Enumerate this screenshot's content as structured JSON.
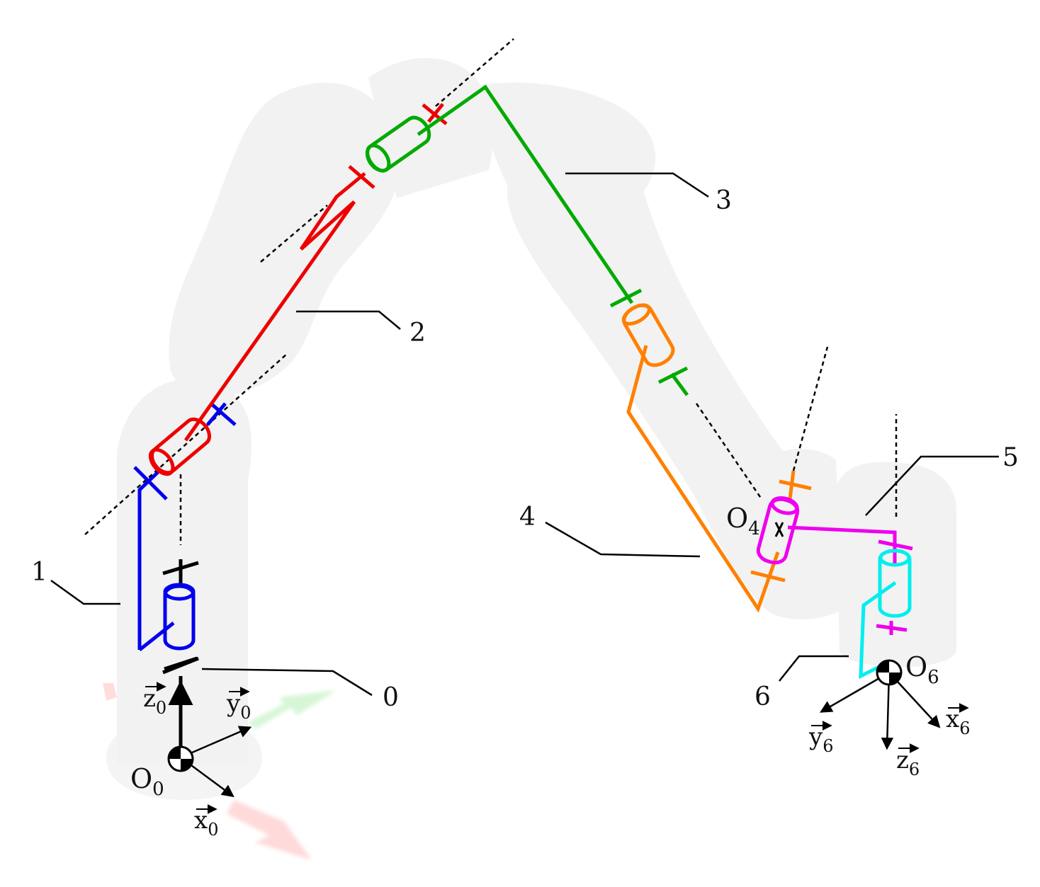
{
  "labels": {
    "link0": "0",
    "link1": "1",
    "link2": "2",
    "link3": "3",
    "link4": "4",
    "link5": "5",
    "link6": "6"
  },
  "frames": {
    "o0": {
      "letter": "O",
      "sub": "0"
    },
    "o4": {
      "letter": "O",
      "sub": "4"
    },
    "o6": {
      "letter": "O",
      "sub": "6"
    }
  },
  "vectors": {
    "z0": {
      "letter": "z",
      "sub": "0"
    },
    "y0": {
      "letter": "y",
      "sub": "0"
    },
    "x0": {
      "letter": "x",
      "sub": "0"
    },
    "x6": {
      "letter": "x",
      "sub": "6"
    },
    "y6": {
      "letter": "y",
      "sub": "6"
    },
    "z6": {
      "letter": "z",
      "sub": "6"
    }
  },
  "colors": {
    "link0": "#000000",
    "link1": "#0000ee",
    "link2": "#ee0000",
    "link3": "#00aa00",
    "link4": "#ff8000",
    "link5": "#ee00ee",
    "link6": "#00eeee",
    "ghost": "#f0f0f0",
    "axis_x_ghost": "#ffc8c8",
    "axis_y_ghost": "#c8f5c8"
  }
}
